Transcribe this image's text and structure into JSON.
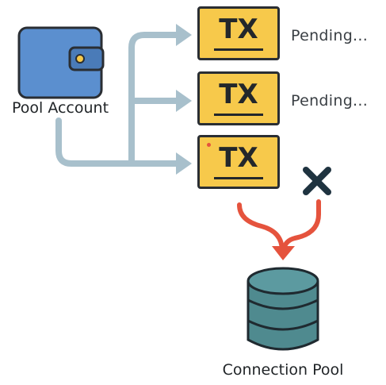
{
  "pool_account": {
    "label": "Pool Account",
    "icon": "wallet-icon"
  },
  "transactions": [
    {
      "label": "TX",
      "status": "Pending..."
    },
    {
      "label": "TX",
      "status": "Pending..."
    },
    {
      "label": "TX",
      "status": ""
    }
  ],
  "rejected_marker": {
    "icon": "x-mark-icon"
  },
  "connection_pool": {
    "label": "Connection Pool",
    "icon": "database-icon"
  },
  "colors": {
    "wallet": "#5b8fcf",
    "tx_fill": "#f7c94b",
    "connector": "#a8c0cc",
    "success_arrow": "#e5533d",
    "database": "#4f8a8f",
    "x_mark": "#1f3340"
  }
}
